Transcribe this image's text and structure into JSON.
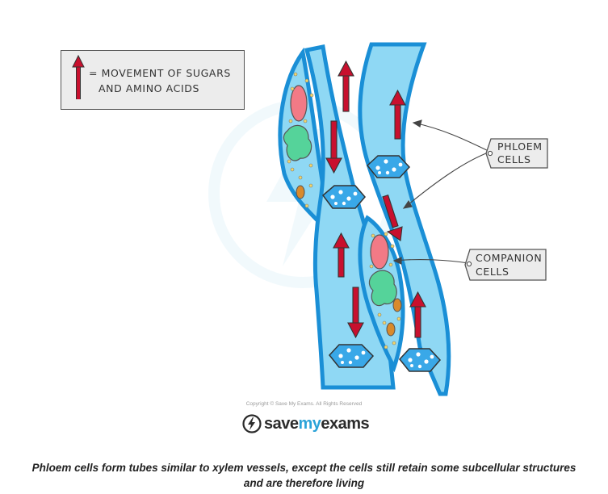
{
  "legend": {
    "line1": "= MOVEMENT OF SUGARS",
    "line2": "AND AMINO ACIDS"
  },
  "labels": {
    "phloem_line1": "PHLOEM",
    "phloem_line2": "CELLS",
    "companion_line1": "COMPANION",
    "companion_line2": "CELLS"
  },
  "copyright": "Copyright © Save My Exams. All Rights Reserved",
  "brand": {
    "save": "save",
    "my": "my",
    "exams": "exams"
  },
  "caption": {
    "line1": "Phloem cells form tubes similar to xylem vessels, except the cells still retain some subcellular structures",
    "line2": "and are therefore living"
  },
  "colors": {
    "tube_fill": "#8fd8f4",
    "tube_wall": "#1a8fd6",
    "arrow": "#c8102e",
    "nucleus": "#f27a86",
    "companion_body": "#55d39a",
    "sieve_plate": "#39a8e8",
    "mitochondrion": "#d98a2c"
  }
}
